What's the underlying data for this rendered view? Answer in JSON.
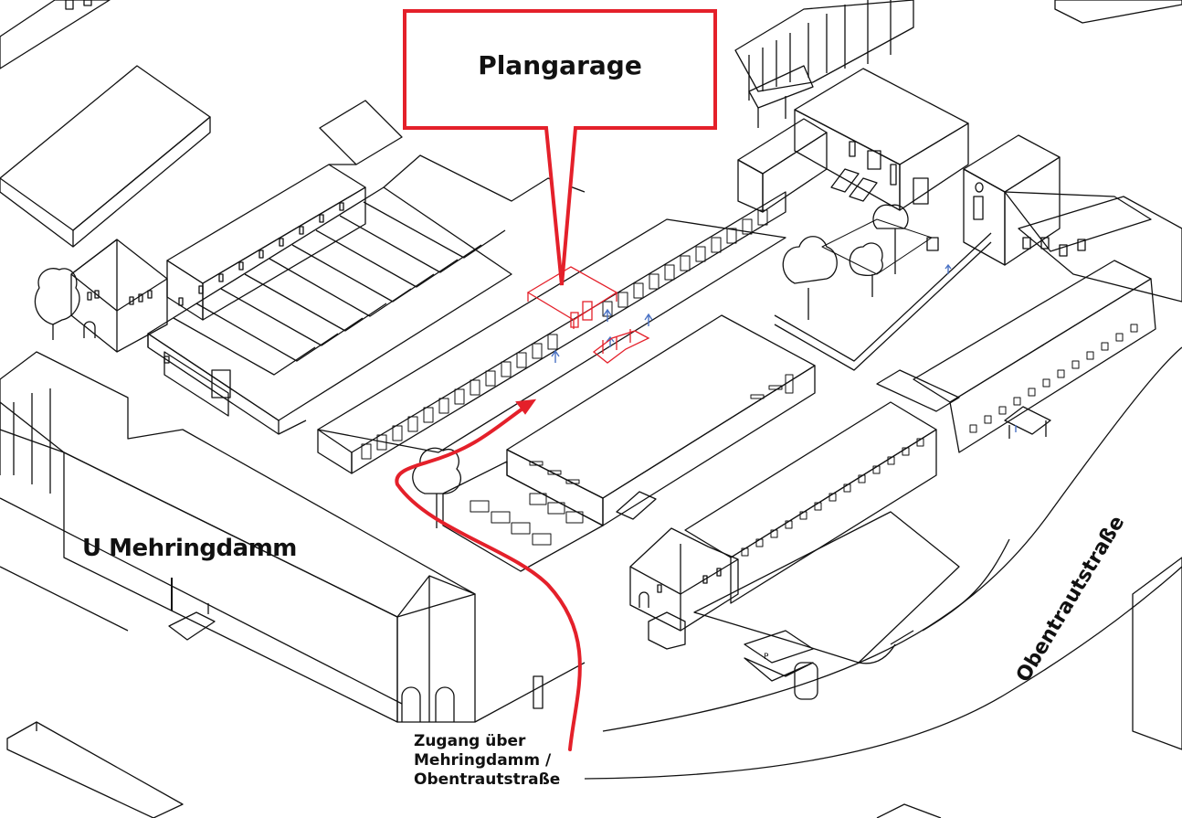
{
  "callout": {
    "title": "Plangarage",
    "color": "#e4202a"
  },
  "labels": {
    "station": "U Mehringdamm",
    "access_lines": [
      "Zugang über",
      "Mehringdamm /",
      "Obentrautstraße"
    ],
    "street": "Obentrautstraße",
    "parking_sign": "P"
  },
  "colors": {
    "line": "#111111",
    "accent": "#e4202a",
    "people": "#4a72c4",
    "background": "#ffffff"
  }
}
